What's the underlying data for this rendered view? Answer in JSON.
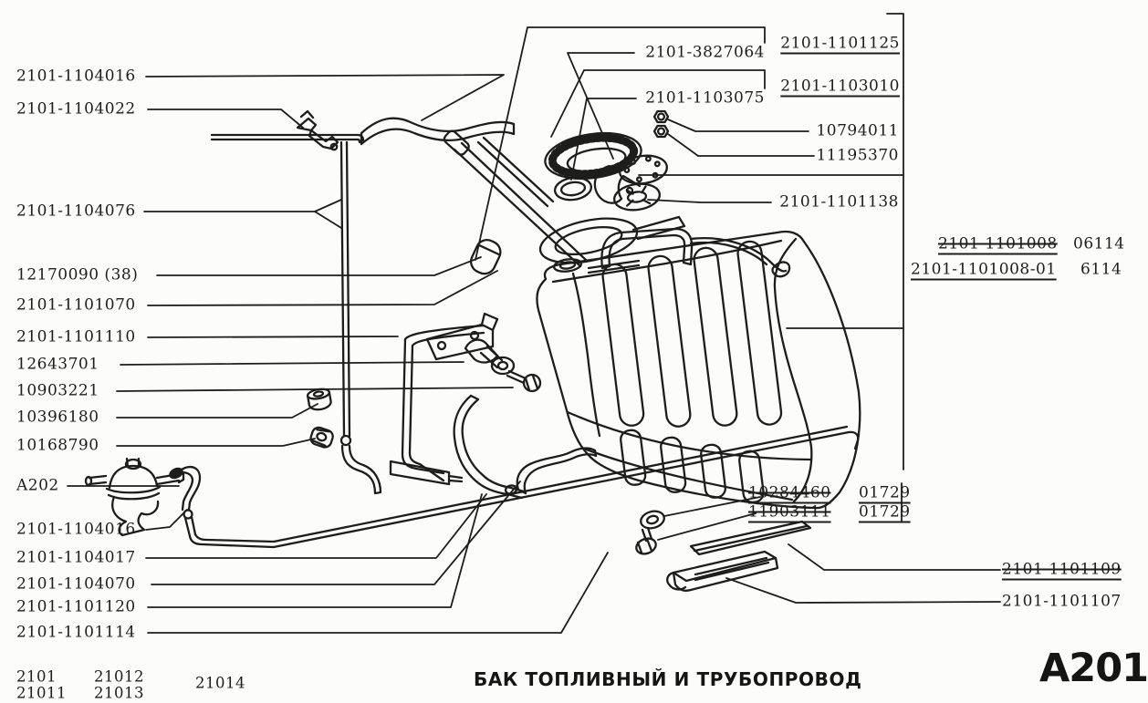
{
  "page": {
    "background": "#fcfcfb",
    "ink": "#1d1d1b"
  },
  "footer": {
    "title": "БАК ТОПЛИВНЫЙ И ТРУБОПРОВОД",
    "sheet_code": "A201",
    "models": [
      "2101",
      "21011",
      "21012",
      "21013",
      "21014"
    ]
  },
  "labels_left": [
    {
      "text": "2101-1104016"
    },
    {
      "text": "2101-1104022"
    },
    {
      "text": "2101-1104076"
    },
    {
      "text": "12170090 (38)"
    },
    {
      "text": "2101-1101070"
    },
    {
      "text": "2101-1101110"
    },
    {
      "text": "12643701"
    },
    {
      "text": "10903221"
    },
    {
      "text": "10396180"
    },
    {
      "text": "10168790"
    },
    {
      "text": "A202"
    },
    {
      "text": "2101-1104016"
    },
    {
      "text": "2101-1104017"
    },
    {
      "text": "2101-1104070"
    },
    {
      "text": "2101-1101120"
    },
    {
      "text": "2101-1101114"
    }
  ],
  "labels_right": [
    {
      "text": "2101-3827064",
      "underline": false
    },
    {
      "text": "2101-1101125",
      "underline": true
    },
    {
      "text": "2101-1103075",
      "underline": false
    },
    {
      "text": "2101-1103010",
      "underline": true
    },
    {
      "text": "10794011",
      "underline": false
    },
    {
      "text": "11195370",
      "underline": false
    },
    {
      "text": "2101-1101138",
      "underline": false
    }
  ],
  "catalog": [
    {
      "number": "2101-1101008",
      "code": "06114",
      "superseded": true
    },
    {
      "number": "2101-1101008-01",
      "code": "6114",
      "superseded": false
    }
  ],
  "hardware": [
    {
      "number": "10284460",
      "code": "01729"
    },
    {
      "number": "11903111",
      "code": "01729"
    }
  ],
  "labels_bottom_right": [
    {
      "text": "2101-1101109",
      "superseded": true
    },
    {
      "text": "2101-1101107",
      "superseded": false
    }
  ]
}
